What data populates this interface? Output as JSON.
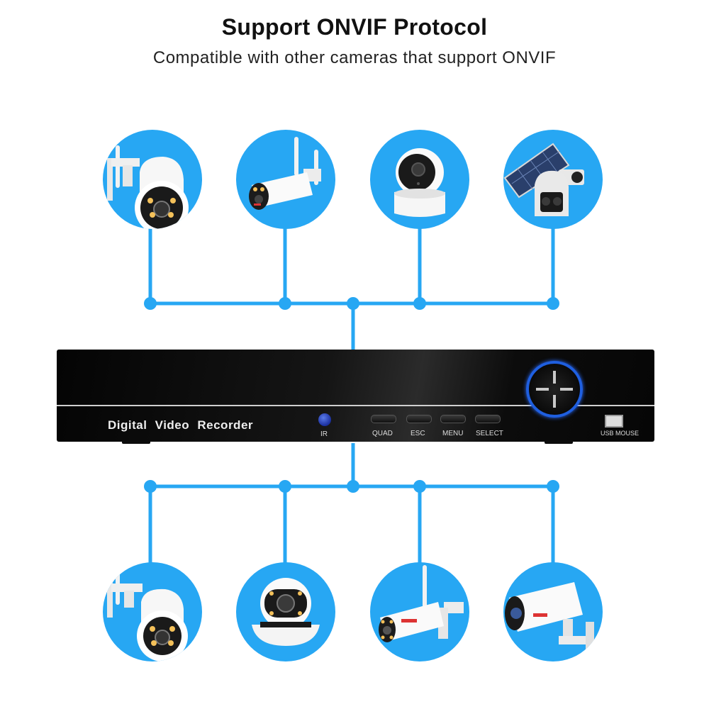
{
  "header": {
    "title": "Support ONVIF Protocol",
    "subtitle": "Compatible with other cameras that support ONVIF"
  },
  "dvr": {
    "label": "Digital  Video  Recorder",
    "ir_label": "IR",
    "buttons": [
      "QUAD",
      "ESC",
      "MENU",
      "SELECT"
    ],
    "usb_label": "USB MOUSE"
  },
  "colors": {
    "accent": "#27a7f3",
    "wire": "#27a7f3"
  },
  "cameras_top": [
    "ptz-dome-camera-icon",
    "bullet-wifi-camera-icon",
    "indoor-pan-tilt-camera-icon",
    "solar-battery-camera-icon"
  ],
  "cameras_bottom": [
    "ptz-dome-camera-icon",
    "turret-dome-camera-icon",
    "bullet-wifi-camera-icon",
    "bullet-camera-icon"
  ]
}
